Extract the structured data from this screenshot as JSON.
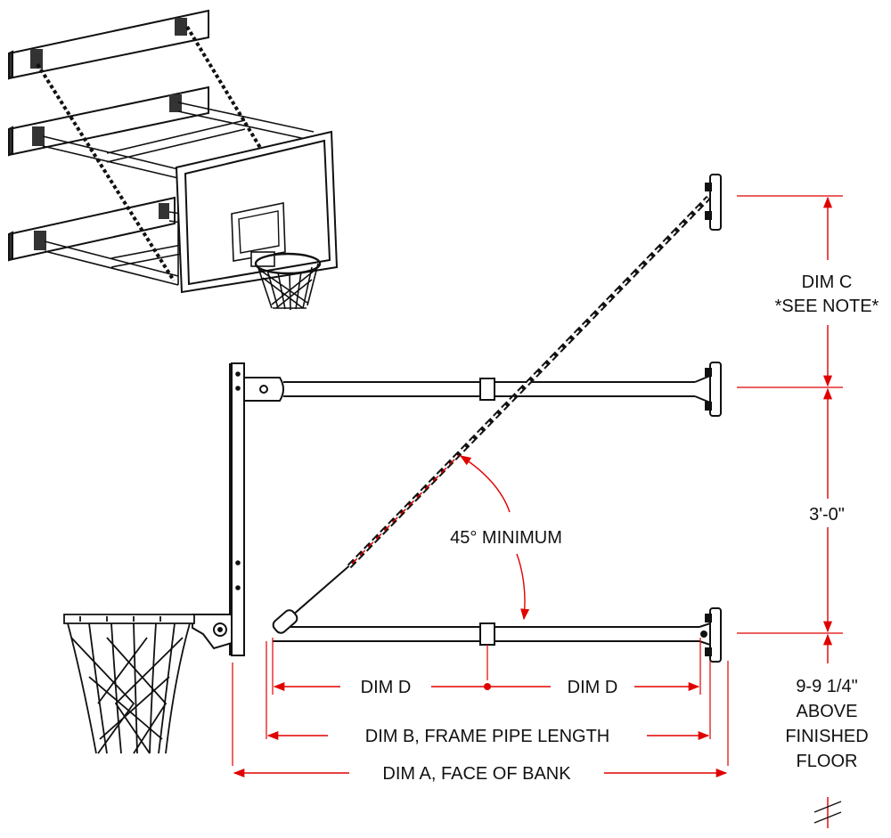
{
  "colors": {
    "ink": "#111111",
    "dimension": "#e00000",
    "background": "#ffffff"
  },
  "labels": {
    "dim_c_line1": "DIM C",
    "dim_c_line2": "*SEE NOTE*",
    "three_feet": "3'-0\"",
    "height_line1": "9-9 1/4\"",
    "height_line2": "ABOVE",
    "height_line3": "FINISHED",
    "height_line4": "FLOOR",
    "angle": "45° MINIMUM",
    "dim_d_left": "DIM D",
    "dim_d_right": "DIM D",
    "dim_b": "DIM B, FRAME PIPE LENGTH",
    "dim_a": "DIM A, FACE OF BANK"
  }
}
